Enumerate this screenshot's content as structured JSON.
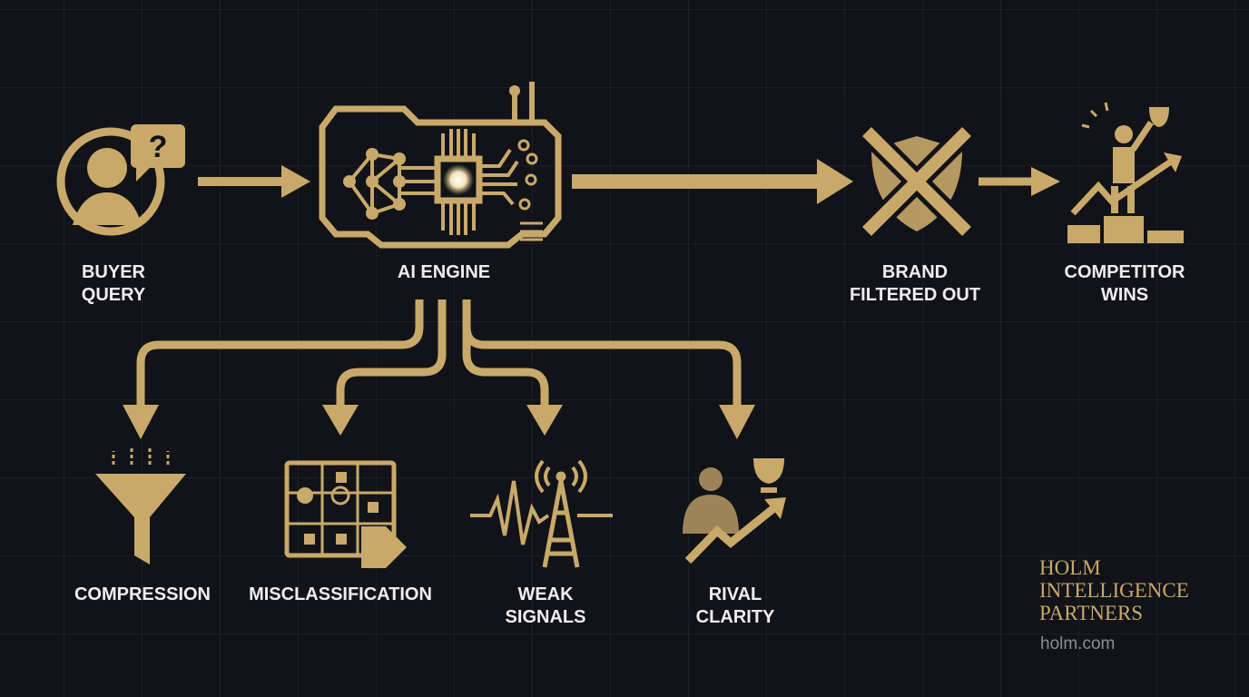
{
  "colors": {
    "accent": "#c9a96a",
    "background": "#111318",
    "text": "#eeeeee"
  },
  "nodes": {
    "buyer_query": {
      "label": "BUYER\nQUERY",
      "icon": "user-question-icon"
    },
    "ai_engine": {
      "label": "AI ENGINE",
      "icon": "circuit-chip-icon"
    },
    "brand_filtered": {
      "label": "BRAND\nFILTERED OUT",
      "icon": "crossed-shield-icon"
    },
    "competitor_wins": {
      "label": "COMPETITOR\nWINS",
      "icon": "podium-trophy-icon"
    }
  },
  "causes": [
    {
      "label": "COMPRESSION",
      "icon": "funnel-icon"
    },
    {
      "label": "MISCLASSIFICATION",
      "icon": "grid-tag-icon"
    },
    {
      "label": "WEAK\nSIGNALS",
      "icon": "signal-tower-icon"
    },
    {
      "label": "RIVAL\nCLARITY",
      "icon": "rival-trophy-icon"
    }
  ],
  "brand": {
    "name": "HOLM\nINTELLIGENCE\nPARTNERS",
    "url": "holm.com"
  }
}
